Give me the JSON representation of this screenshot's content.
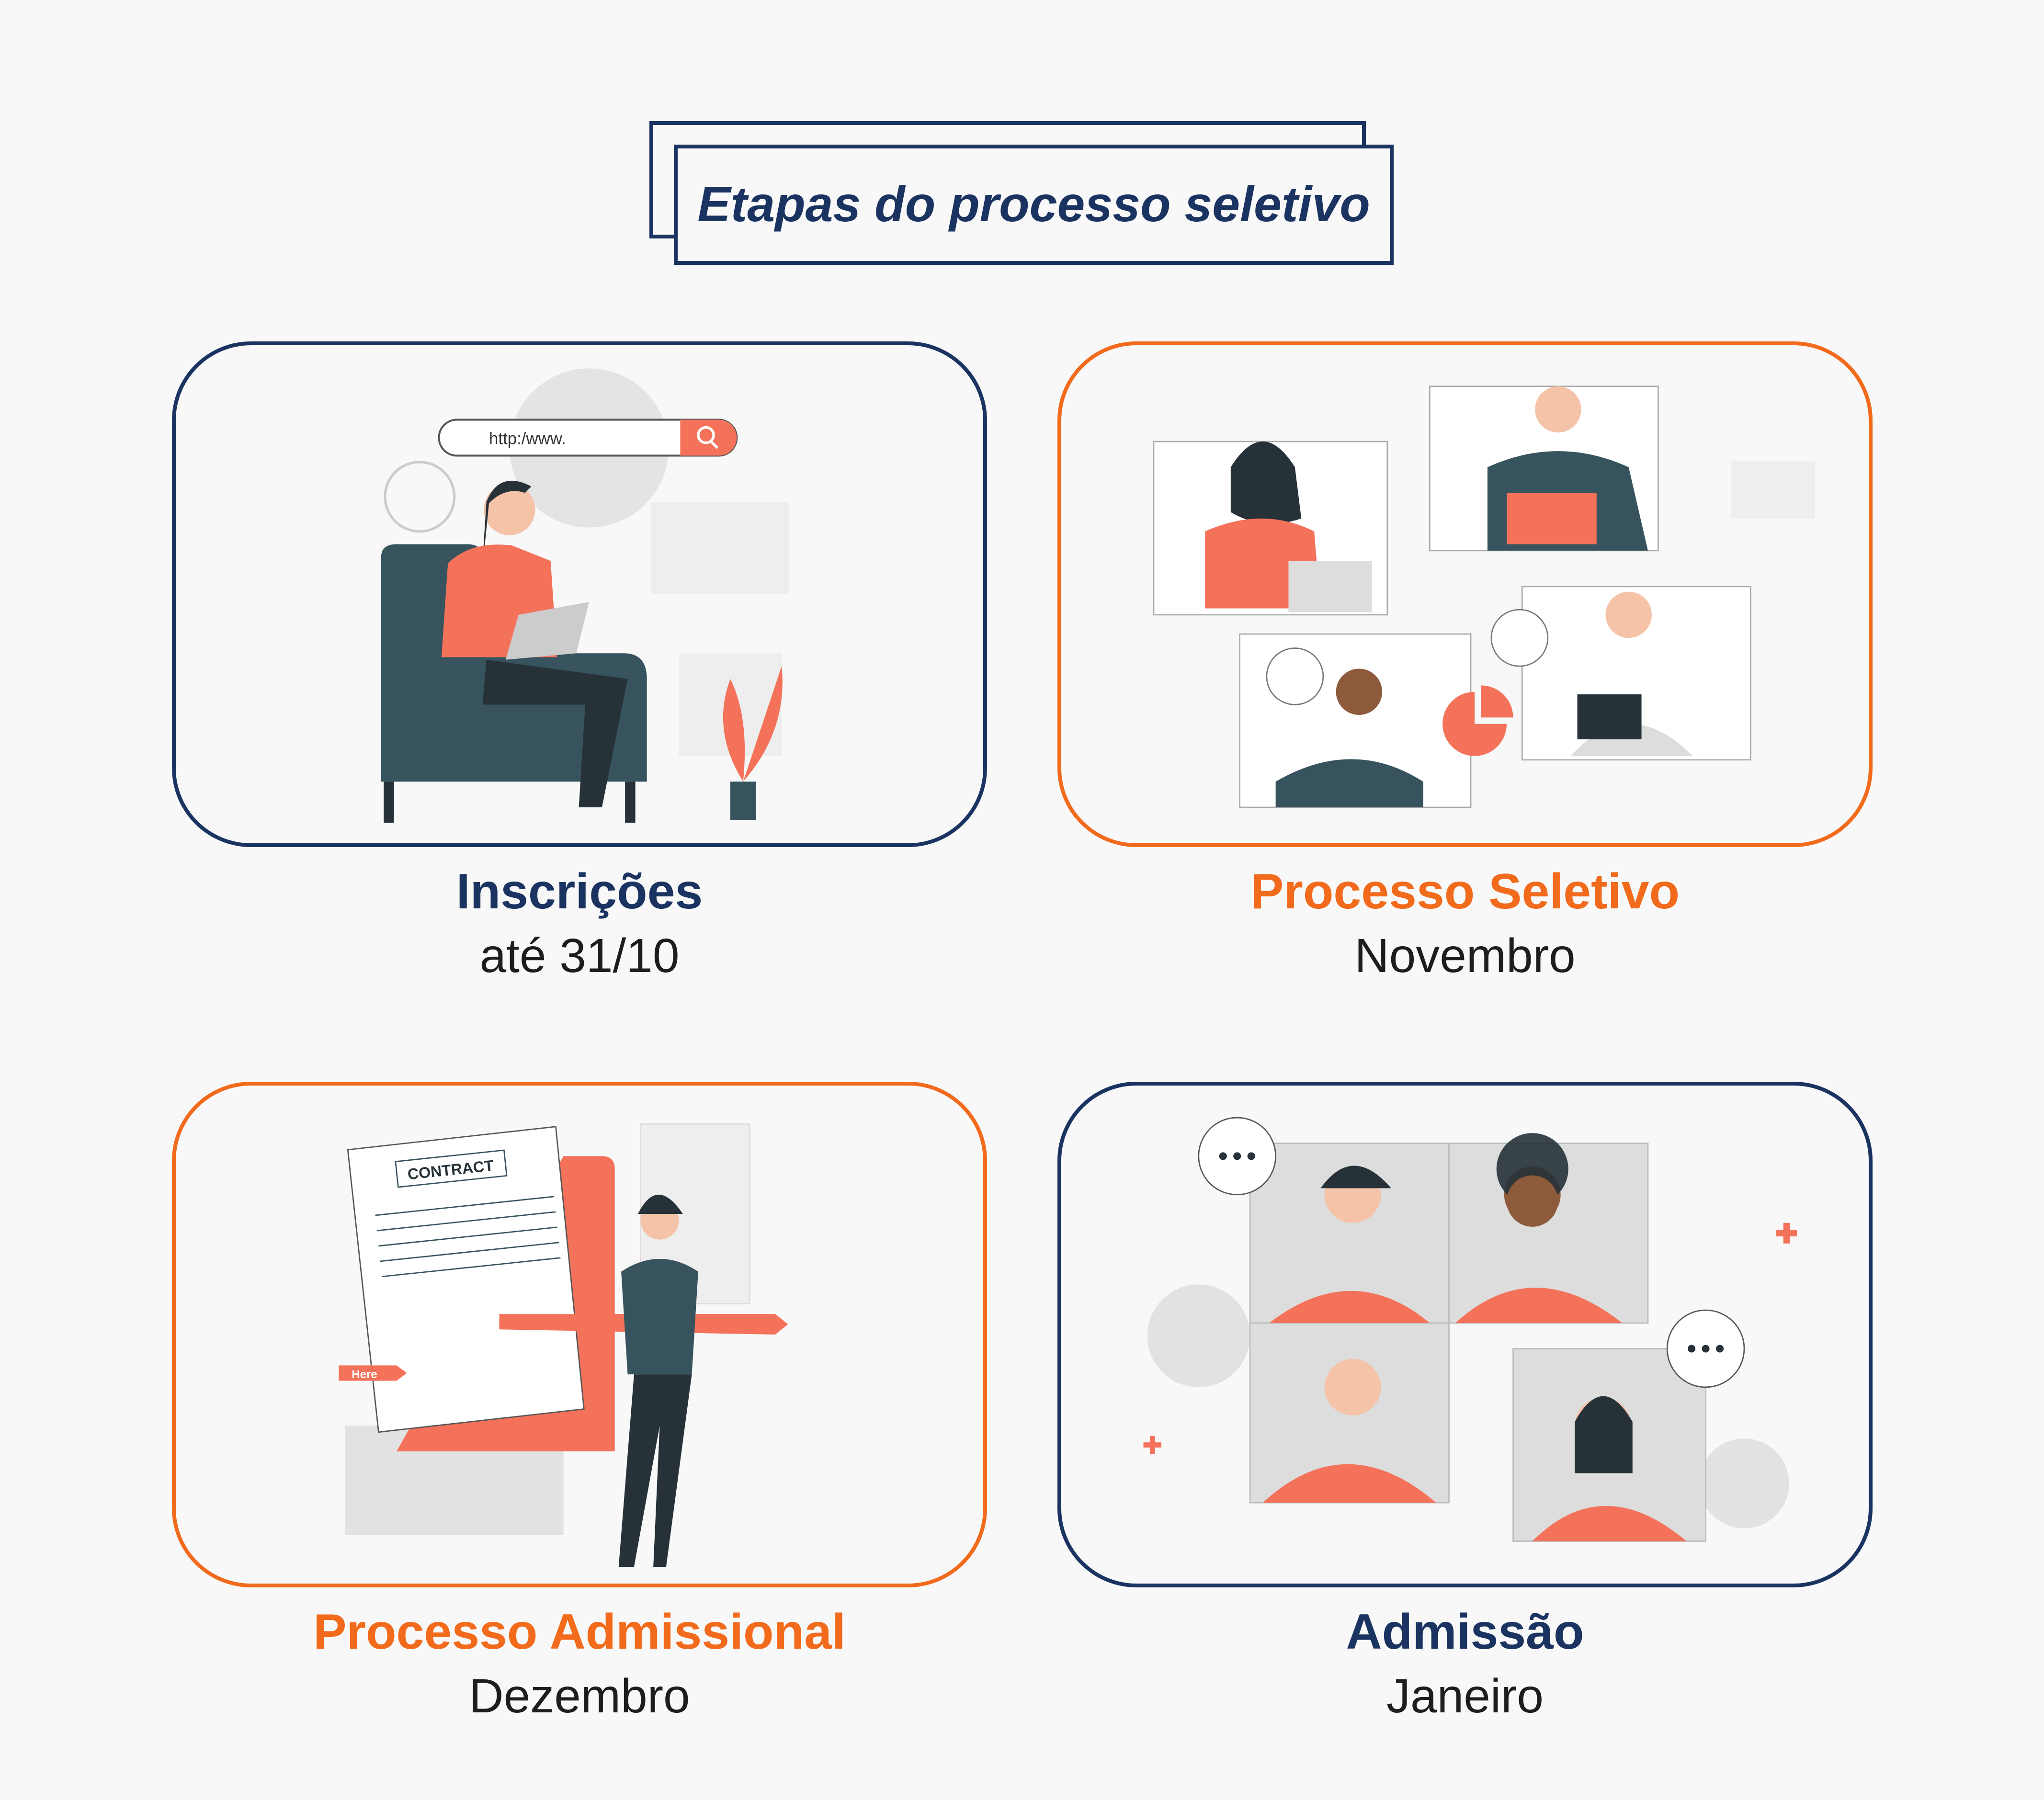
{
  "title": "Etapas do processo seletivo",
  "colors": {
    "navy": "#1a3360",
    "orange": "#f26a1b",
    "coral": "#f4725a",
    "teal": "#37545e"
  },
  "steps": [
    {
      "heading": "Inscrições",
      "subtitle": "até 31/10",
      "illustration": {
        "search_text": "http:/www."
      }
    },
    {
      "heading": "Processo Seletivo",
      "subtitle": "Novembro"
    },
    {
      "heading": "Processo Admissional",
      "subtitle": "Dezembro",
      "illustration": {
        "document_title": "CONTRACT",
        "tag": "Here"
      }
    },
    {
      "heading": "Admissão",
      "subtitle": "Janeiro"
    }
  ]
}
